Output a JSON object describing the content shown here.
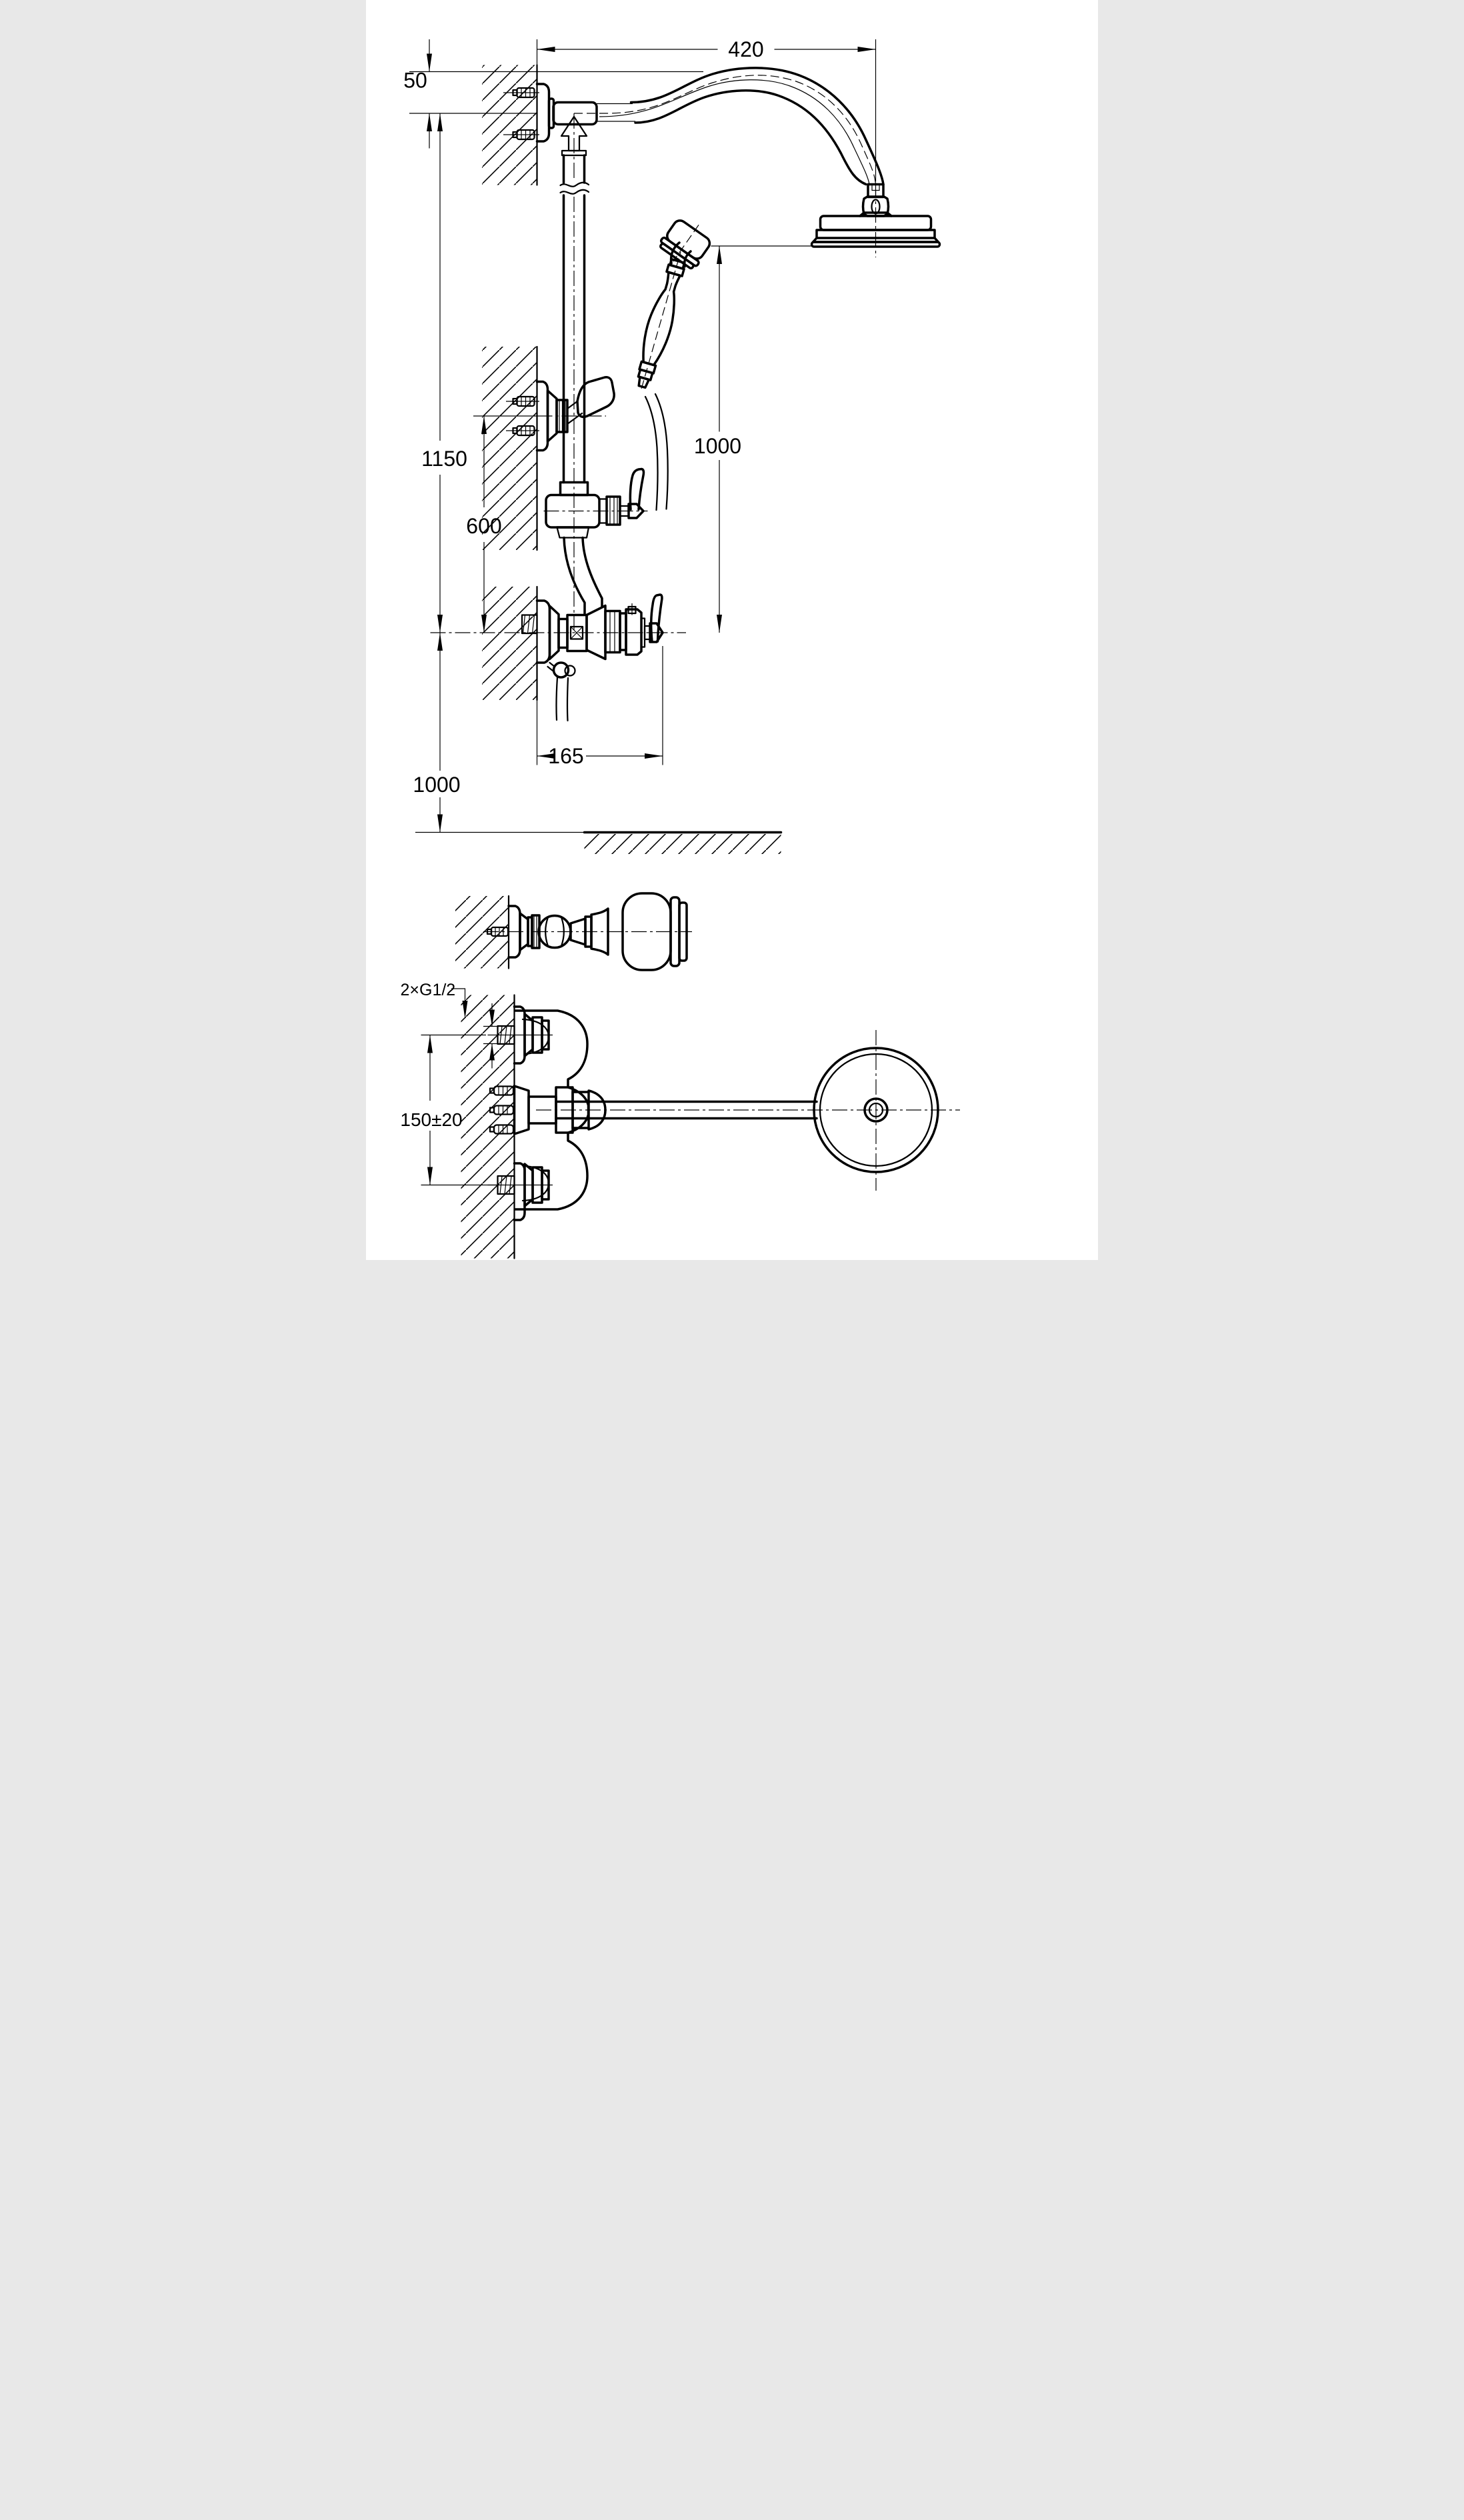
{
  "drawing": {
    "type": "technical installation drawing",
    "subject": "wall-mounted thermostatic shower column with overhead shower and hand shower",
    "views": [
      "front elevation",
      "hand shower holder side view",
      "top plan view"
    ],
    "colors": {
      "ink": "#000000",
      "paper": "#ffffff"
    }
  },
  "dims": {
    "d420": "420",
    "d50": "50",
    "d1150": "1150",
    "d600": "600",
    "d1000_left": "1000",
    "d1000_right": "1000",
    "d165": "165",
    "thread": "2×G1/2",
    "spacing": "150±20"
  }
}
